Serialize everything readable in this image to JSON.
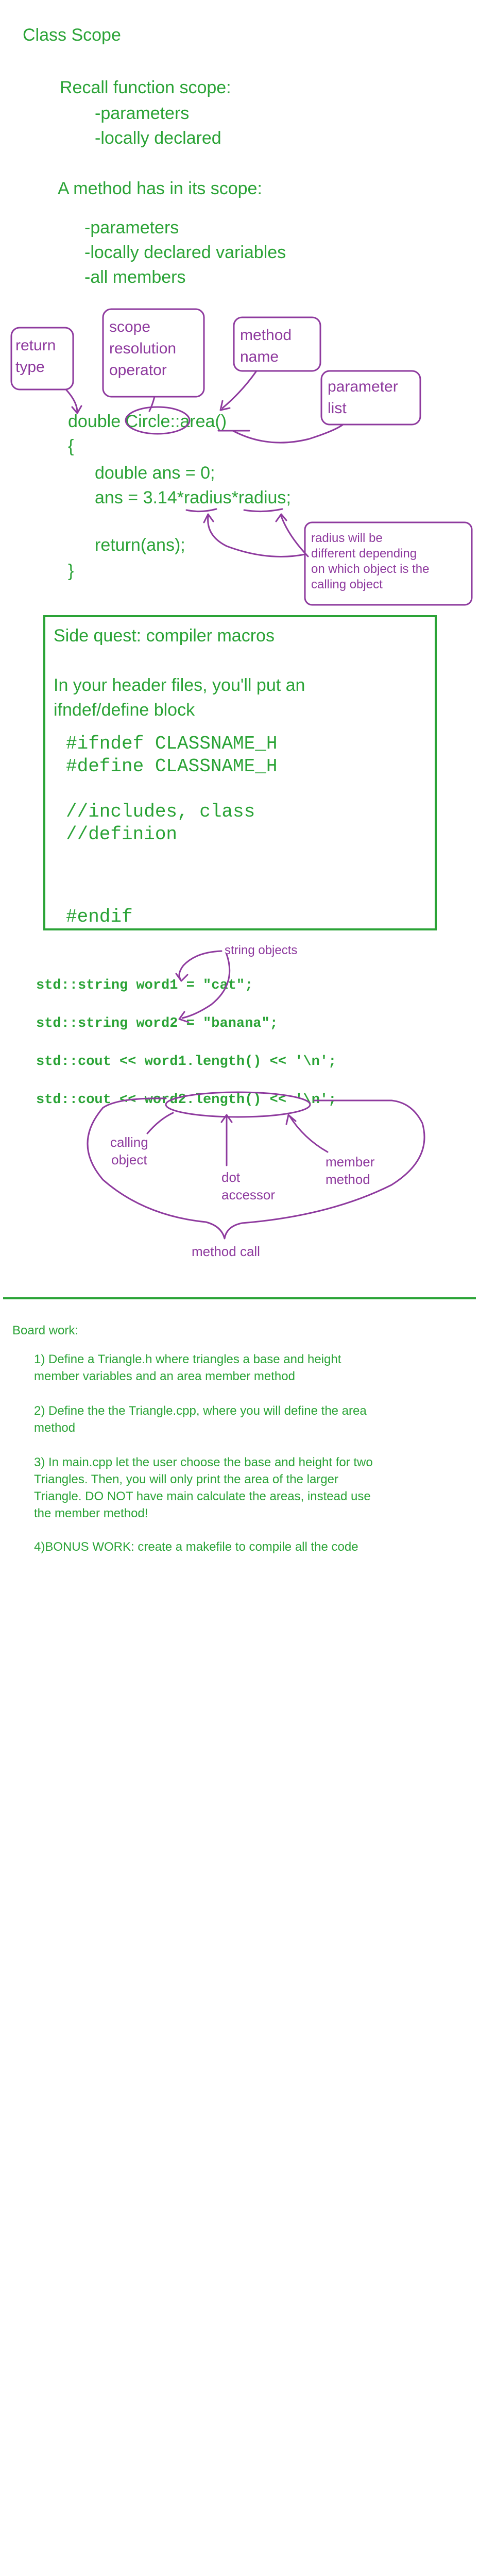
{
  "title": "Class Scope",
  "recall": {
    "heading": "Recall function scope:",
    "items": [
      "-parameters",
      "-locally declared"
    ]
  },
  "method_scope": {
    "heading": "A method has in its scope:",
    "items": [
      "-parameters",
      "-locally declared variables",
      "-all members"
    ]
  },
  "annotations": {
    "return_type": [
      "return",
      "type"
    ],
    "scope_resolution": [
      "scope",
      "resolution",
      "operator"
    ],
    "method_name": [
      "method",
      "name"
    ],
    "parameter_list": [
      "parameter",
      "list"
    ],
    "radius_note": [
      "radius will be",
      "different depending",
      "on which object is  the",
      "calling object"
    ]
  },
  "code": {
    "sig_double": "double ",
    "sig_class": "Circle::",
    "sig_method": "area()",
    "open_brace": "{",
    "line1": "double ans = 0;",
    "line2_a": "ans = 3.14*",
    "line2_b": "radius",
    "line2_c": "*",
    "line2_d": "radius",
    "line2_e": ";",
    "line3": "return(ans);",
    "close_brace": "}"
  },
  "side_quest": {
    "heading": "Side quest: compiler macros",
    "intro": [
      "In your header files, you'll put an",
      "ifndef/define block"
    ],
    "code": [
      "#ifndef CLASSNAME_H",
      "#define CLASSNAME_H",
      "",
      "//includes, class",
      "//definion"
    ],
    "endif": "#endif"
  },
  "string_demo": {
    "string_objects_label": "string objects",
    "line1": "std::string word1 = \"cat\";",
    "line2": "std::string word2 = \"banana\";",
    "line3": "std::cout << word1.length() << '\\n';",
    "line4_a": "std::cout << ",
    "line4_b": "word2.length()",
    "line4_c": " << '\\n';",
    "calling_object": [
      "calling",
      "object"
    ],
    "dot_accessor": [
      "dot",
      "accessor"
    ],
    "member_method": [
      "member",
      "method"
    ],
    "method_call": "method call"
  },
  "board_work": {
    "heading": "Board work:",
    "items": [
      [
        "1) Define a Triangle.h where triangles a base and height",
        "member variables and an area member method"
      ],
      [
        "2) Define the the Triangle.cpp, where you will define the area",
        "method"
      ],
      [
        "3) In main.cpp let the user choose the base and height for two",
        "Triangles.  Then, you will only print the area of the larger",
        "Triangle. DO NOT have main calculate the areas, instead use",
        "the member method!"
      ],
      [
        "4)BONUS WORK: create a makefile to compile all the code"
      ]
    ]
  },
  "colors": {
    "green_ink": "#2aa336",
    "purple_ink": "#8e3a9e",
    "background": "#ffffff"
  }
}
